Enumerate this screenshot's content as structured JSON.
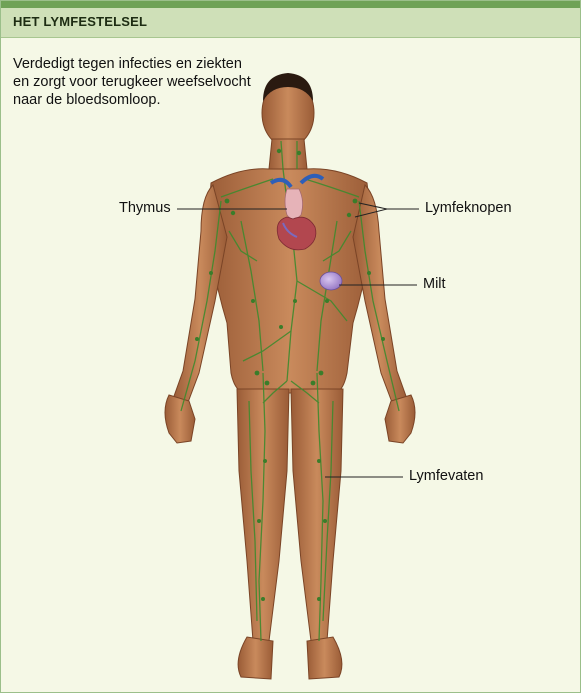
{
  "title": "HET LYMFESTELSEL",
  "description": "Verdedigt tegen infecties en ziekten en zorgt voor terugkeer weefselvocht naar de bloedsomloop.",
  "labels": {
    "thymus": "Thymus",
    "lymph_nodes": "Lymfeknopen",
    "spleen": "Milt",
    "lymph_vessels": "Lymfevaten"
  },
  "colors": {
    "header_bar": "#6fa256",
    "header_bg": "#cfe0b8",
    "panel_bg": "#f5f8e6",
    "skin": "#b9784c",
    "lymph_green": "#3f8a2e",
    "spleen": "#a88ad0",
    "heart": "#b2474f"
  }
}
